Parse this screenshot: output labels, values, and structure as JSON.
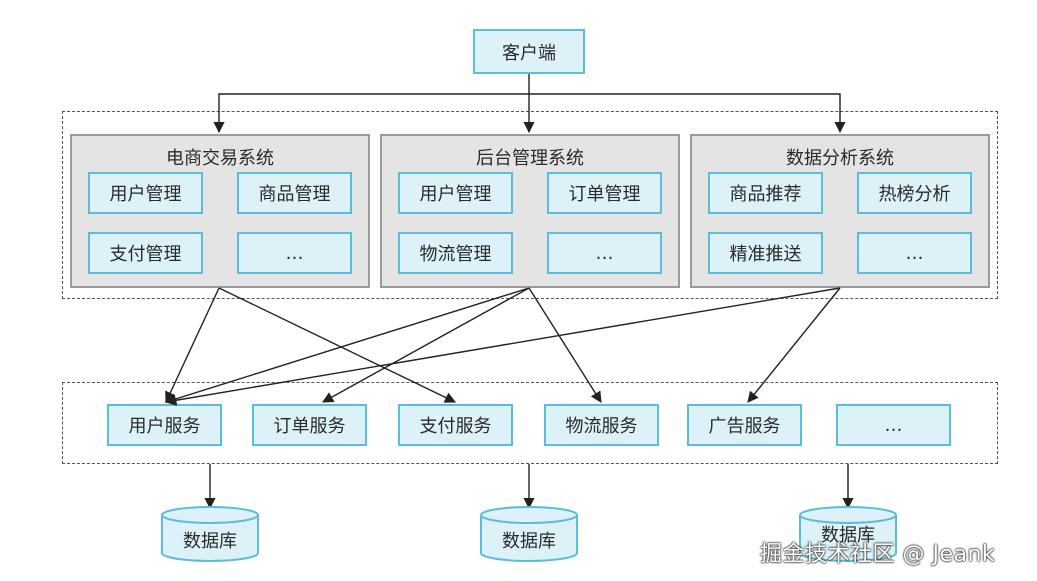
{
  "client": "客户端",
  "systems": [
    {
      "title": "电商交易系统",
      "modules": [
        "用户管理",
        "商品管理",
        "支付管理",
        "…"
      ]
    },
    {
      "title": "后台管理系统",
      "modules": [
        "用户管理",
        "订单管理",
        "物流管理",
        "…"
      ]
    },
    {
      "title": "数据分析系统",
      "modules": [
        "商品推荐",
        "热榜分析",
        "精准推送",
        "…"
      ]
    }
  ],
  "services": [
    "用户服务",
    "订单服务",
    "支付服务",
    "物流服务",
    "广告服务",
    "…"
  ],
  "databases": [
    "数据库",
    "数据库",
    "数据库"
  ],
  "watermark": "掘金技术社区 @ Jeank"
}
